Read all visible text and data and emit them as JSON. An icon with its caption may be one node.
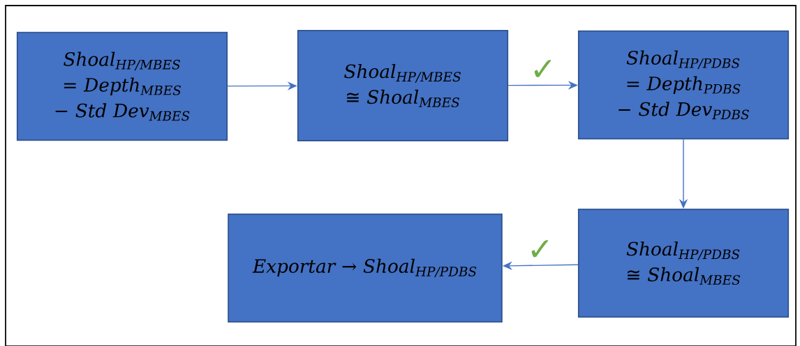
{
  "diagram": {
    "nodes": [
      {
        "text": [
          "Shoal$_{HP/MBES}$ = Depth$_{MBES}$ − Std Dev$_{MBES}$"
        ]
      },
      {
        "text": [
          "Shoal$_{HP/MBES}$ ≅ Shoal$_{MBES}$"
        ]
      },
      {
        "text": [
          "Shoal$_{HP/PDBS}$ = Depth$_{PDBS}$ − Std Dev$_{PDBS}$"
        ]
      },
      {
        "text": [
          "Shoal$_{HP/PDBS}$ ≅ Shoal$_{MBES}$"
        ]
      },
      {
        "text": [
          "Exportar → Shoal$_{HP/PDBS}$"
        ]
      }
    ],
    "edges": [
      {
        "from": 0,
        "to": 1,
        "arrow": "to"
      },
      {
        "from": 1,
        "to": 2,
        "arrow": "to",
        "label": "✓"
      },
      {
        "from": 2,
        "to": 3,
        "arrow": "to"
      },
      {
        "from": 3,
        "to": 4,
        "arrow": "to",
        "label": "✓"
      }
    ]
  }
}
